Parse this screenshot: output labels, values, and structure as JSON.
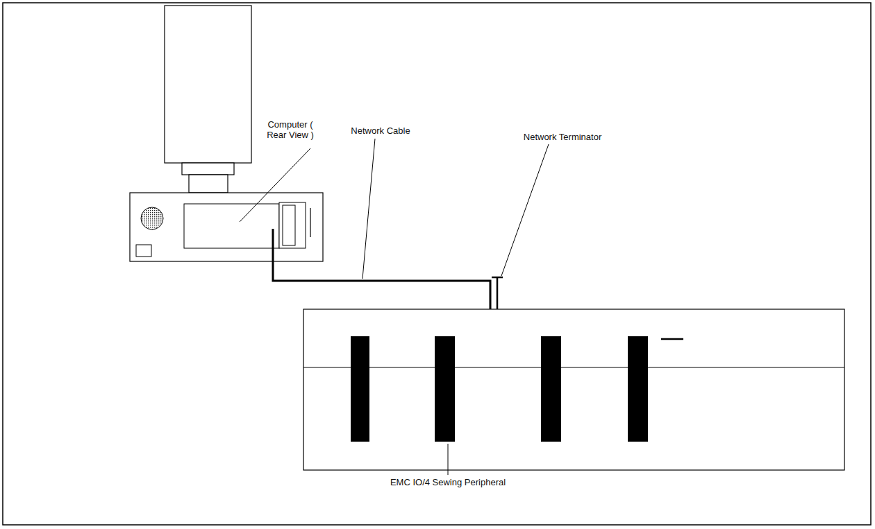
{
  "diagram": {
    "labels": [
      "Computer ( Rear View )",
      "Network Cable",
      "Network Terminator",
      "EMC IO/4 Sewing Peripheral"
    ]
  }
}
